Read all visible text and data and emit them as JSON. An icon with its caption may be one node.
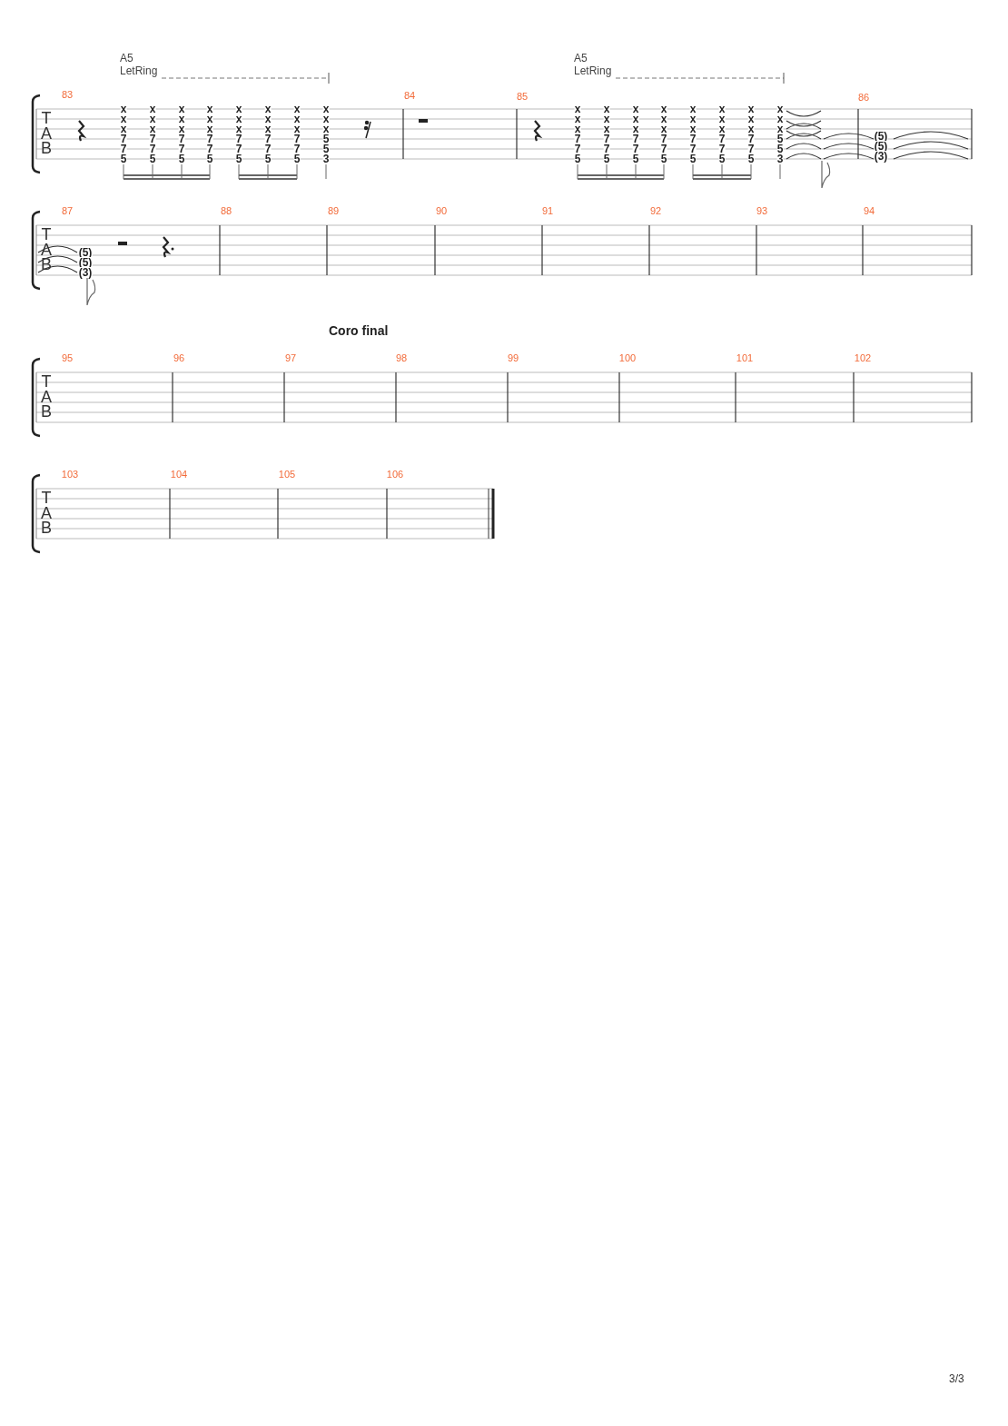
{
  "diagram": {
    "labels": [
      "A5",
      "LetRing",
      "A5",
      "LetRing",
      "83",
      "84",
      "85",
      "86",
      "T",
      "A",
      "B",
      "x",
      "x",
      "x",
      "7",
      "7",
      "5",
      "x",
      "x",
      "x",
      "7",
      "7",
      "5",
      "x",
      "x",
      "x",
      "7",
      "7",
      "5",
      "x",
      "x",
      "x",
      "7",
      "7",
      "5",
      "x",
      "x",
      "x",
      "7",
      "7",
      "5",
      "x",
      "x",
      "x",
      "7",
      "7",
      "5",
      "x",
      "x",
      "x",
      "7",
      "7",
      "5",
      "x",
      "x",
      "x",
      "5",
      "5",
      "3",
      "x",
      "x",
      "x",
      "7",
      "7",
      "5",
      "x",
      "x",
      "x",
      "7",
      "7",
      "5",
      "x",
      "x",
      "x",
      "7",
      "7",
      "5",
      "x",
      "x",
      "x",
      "7",
      "7",
      "5",
      "x",
      "x",
      "x",
      "7",
      "7",
      "5",
      "x",
      "x",
      "x",
      "7",
      "7",
      "5",
      "x",
      "x",
      "x",
      "7",
      "7",
      "5",
      "x",
      "x",
      "x",
      "5",
      "5",
      "3",
      "(5)",
      "(5)",
      "(3)",
      "87",
      "88",
      "89",
      "90",
      "91",
      "92",
      "93",
      "94",
      "T",
      "A",
      "B",
      "(5)",
      "(5)",
      "(3)",
      "Coro final",
      "95",
      "96",
      "97",
      "98",
      "99",
      "100",
      "101",
      "102",
      "T",
      "A",
      "B",
      "103",
      "104",
      "105",
      "106",
      "T",
      "A",
      "B",
      "3/3"
    ]
  }
}
